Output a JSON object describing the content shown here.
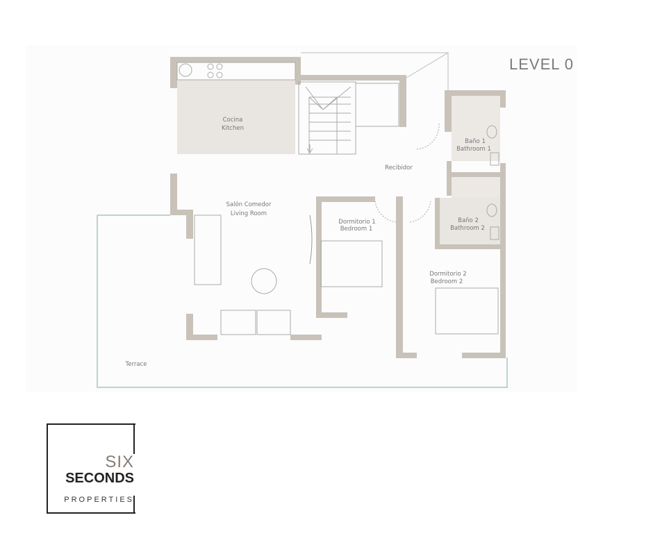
{
  "level_title": "LEVEL 0",
  "rooms": {
    "kitchen": [
      "Cocina",
      "Kitchen"
    ],
    "living": [
      "Salón Comedor",
      "Living Room"
    ],
    "hall": "Recibidor",
    "bath1": [
      "Baño 1",
      "Bathroom 1"
    ],
    "bath2": [
      "Baño 2",
      "Bathroom 2"
    ],
    "bed1": [
      "Dormitorio 1",
      "Bedroom 1"
    ],
    "bed2": [
      "Dormitorio 2",
      "Bedroom 2"
    ],
    "terrace": "Terrace"
  },
  "logo": {
    "line1": "SIX",
    "line2": "SECONDS",
    "line3": "PROPERTIES"
  },
  "colors": {
    "wall": "#c8c2b9",
    "room_fill": "#e9e5e0",
    "line": "#b5b5b5"
  }
}
